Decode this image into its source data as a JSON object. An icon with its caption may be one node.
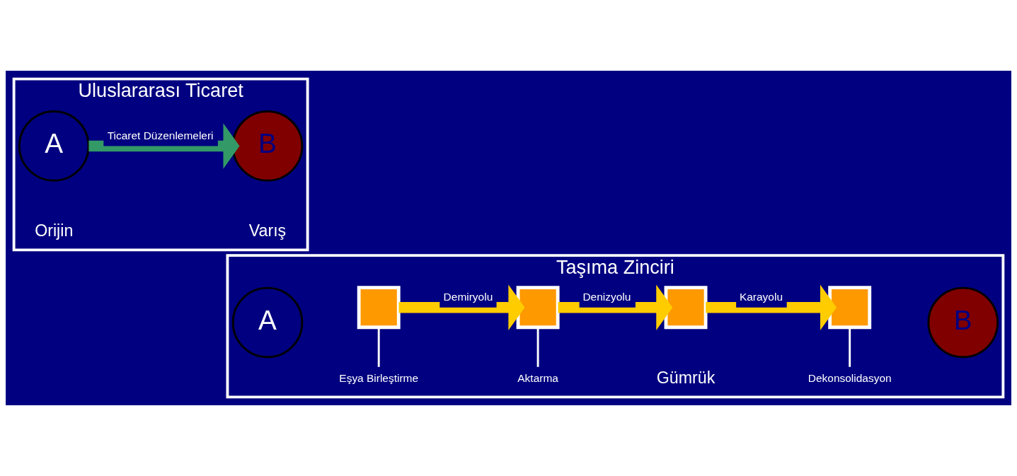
{
  "diagram": {
    "nodes": [
      {
        "text": [
          "Uluslararası Ticaret"
        ]
      },
      {
        "text": [
          "A"
        ],
        "in": 0,
        "beside": [
          "Orijin"
        ]
      },
      {
        "text": [
          "B"
        ],
        "in": 0,
        "beside": [
          "Varış"
        ]
      },
      {
        "text": [
          "Taşıma Zinciri"
        ]
      },
      {
        "text": [
          "A"
        ],
        "in": 3
      },
      {
        "text": [
          "Eşya Birleştirme"
        ],
        "in": 3
      },
      {
        "text": [],
        "shape": "box",
        "in": 3
      },
      {
        "text": [],
        "shape": "box",
        "in": 3
      },
      {
        "text": [],
        "shape": "box",
        "in": 3,
        "beside": [
          "Gümrük"
        ]
      },
      {
        "text": [],
        "shape": "box",
        "in": 3
      },
      {
        "text": [
          "Aktarma"
        ],
        "in": 3
      },
      {
        "text": [
          "Dekonsolidasyon"
        ],
        "in": 3
      },
      {
        "text": [
          "B"
        ],
        "in": 3
      }
    ],
    "edges": [
      {
        "from": 1,
        "to": 2,
        "arrow": "to",
        "label": "Ticaret Düzenlemeleri",
        "color": "#339966"
      },
      {
        "from": 6,
        "to": 7,
        "arrow": "to",
        "label": "Demiryolu",
        "color": "#ffcc00"
      },
      {
        "from": 7,
        "to": 8,
        "arrow": "to",
        "label": "Denizyolu",
        "color": "#ffcc00"
      },
      {
        "from": 8,
        "to": 9,
        "arrow": "to",
        "label": "Karayolu",
        "color": "#ffcc00"
      },
      {
        "from": 5,
        "to": 6,
        "arrow": "none",
        "color": "#ffffff"
      },
      {
        "from": 10,
        "to": 7,
        "arrow": "none",
        "color": "#ffffff"
      },
      {
        "from": 11,
        "to": 9,
        "arrow": "none",
        "color": "#ffffff"
      }
    ]
  }
}
